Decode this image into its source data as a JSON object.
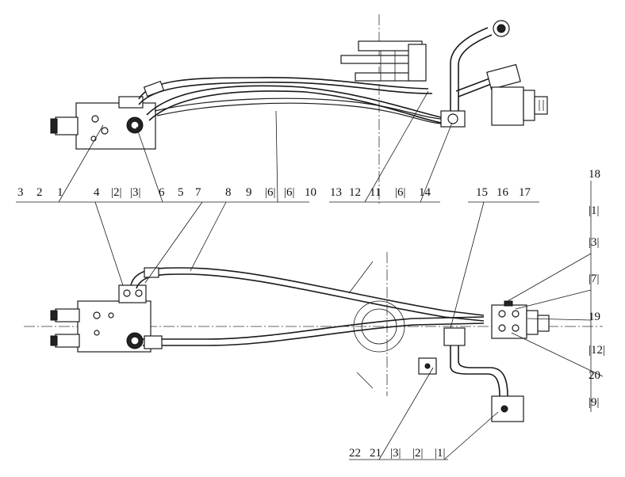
{
  "top_view_labels": [
    {
      "id": "t-3",
      "text": "3"
    },
    {
      "id": "t-2",
      "text": "2"
    },
    {
      "id": "t-1",
      "text": "1"
    },
    {
      "id": "t-4",
      "text": "4"
    },
    {
      "id": "t-b2",
      "text": "|2|"
    },
    {
      "id": "t-b3",
      "text": "|3|"
    },
    {
      "id": "t-6",
      "text": "6"
    },
    {
      "id": "t-5",
      "text": "5"
    },
    {
      "id": "t-7",
      "text": "7"
    },
    {
      "id": "t-8",
      "text": "8"
    },
    {
      "id": "t-9",
      "text": "9"
    },
    {
      "id": "t-b6a",
      "text": "|6|"
    },
    {
      "id": "t-b6b",
      "text": "|6|"
    },
    {
      "id": "t-10",
      "text": "10"
    },
    {
      "id": "t-13",
      "text": "13"
    },
    {
      "id": "t-12",
      "text": "12"
    },
    {
      "id": "t-11",
      "text": "11"
    },
    {
      "id": "t-b6c",
      "text": "|6|"
    },
    {
      "id": "t-14",
      "text": "14"
    },
    {
      "id": "t-15",
      "text": "15"
    },
    {
      "id": "t-16",
      "text": "16"
    },
    {
      "id": "t-17",
      "text": "17"
    }
  ],
  "right_column_labels": [
    {
      "id": "r-18",
      "text": "18"
    },
    {
      "id": "r-b1",
      "text": "|1|"
    },
    {
      "id": "r-b3",
      "text": "|3|"
    },
    {
      "id": "r-b7",
      "text": "|7|"
    },
    {
      "id": "r-19",
      "text": "19"
    },
    {
      "id": "r-b12",
      "text": "|12|"
    },
    {
      "id": "r-20",
      "text": "20"
    },
    {
      "id": "r-b9",
      "text": "|9|"
    }
  ],
  "bottom_labels": [
    {
      "id": "b-22",
      "text": "22"
    },
    {
      "id": "b-21",
      "text": "21"
    },
    {
      "id": "b-b3",
      "text": "|3|"
    },
    {
      "id": "b-b2",
      "text": "|2|"
    },
    {
      "id": "b-b1",
      "text": "|1|"
    }
  ]
}
